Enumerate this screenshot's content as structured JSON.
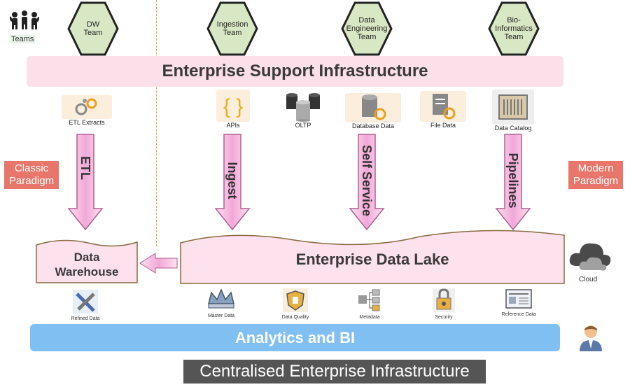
{
  "teams": {
    "label": "Teams",
    "items": [
      {
        "label": "DW\nTeam"
      },
      {
        "label": "Ingestion\nTeam"
      },
      {
        "label": "Data\nEngineering\nTeam"
      },
      {
        "label": "Bio-\nInformatics\nTeam"
      }
    ]
  },
  "support_banner": "Enterprise Support Infrastructure",
  "paradigms": {
    "classic": "Classic\nParadigm",
    "modern": "Modern\nParadigm"
  },
  "sources": [
    {
      "label": "ETL Extracts",
      "icon": "gears-icon"
    },
    {
      "label": "APIs",
      "icon": "braces-icon"
    },
    {
      "label": "OLTP",
      "icon": "database-cylinders-icon"
    },
    {
      "label": "Database Data",
      "icon": "database-gear-icon"
    },
    {
      "label": "File Data",
      "icon": "file-gear-icon"
    },
    {
      "label": "Data Catalog",
      "icon": "catalog-icon"
    }
  ],
  "flows": [
    "ETL",
    "Ingest",
    "Self Service",
    "Pipelines"
  ],
  "stores": {
    "warehouse": "Data\nWarehouse",
    "lake": "Enterprise Data Lake"
  },
  "cloud_label": "Cloud",
  "services": [
    {
      "label": "Refined Data",
      "icon": "tools-icon"
    },
    {
      "label": "Master Data",
      "icon": "crown-icon"
    },
    {
      "label": "Data Quality",
      "icon": "shield-icon"
    },
    {
      "label": "Metadata",
      "icon": "metadata-icon"
    },
    {
      "label": "Security",
      "icon": "lock-icon"
    },
    {
      "label": "Reference Data",
      "icon": "reference-doc-icon"
    }
  ],
  "analytics_banner": "Analytics and BI",
  "footer_title": "Centralised Enterprise Infrastructure",
  "colors": {
    "hex_fill": "#d9e8c4",
    "pink_banner": "#fbdfe9",
    "blue_banner": "#7fbff2",
    "paradigm": "#e8766a",
    "arrow": "#f6b6dc",
    "lake": "#fde1ec"
  }
}
